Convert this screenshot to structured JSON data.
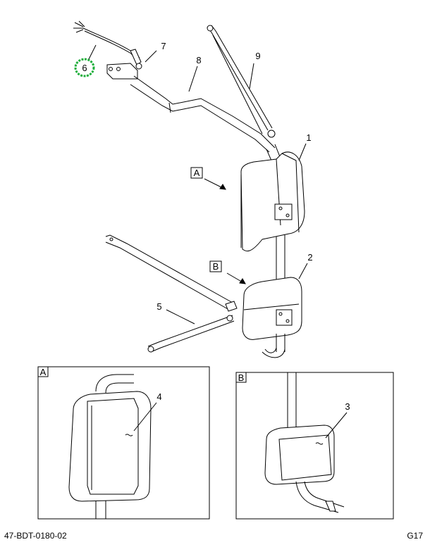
{
  "callouts": {
    "c1": "1",
    "c2": "2",
    "c3": "3",
    "c4": "4",
    "c5": "5",
    "c6": "6",
    "c7": "7",
    "c8": "8",
    "c9": "9"
  },
  "view_labels": {
    "a": "A",
    "b": "B"
  },
  "detail_labels": {
    "a": "A",
    "b": "B"
  },
  "footer": {
    "doc_id": "47-BDT-0180-02",
    "sheet": "G17"
  },
  "colors": {
    "highlight": "#1fae3c",
    "line": "#000000",
    "part_fill": "#ffffff",
    "shade": "#e6e6e6"
  },
  "highlighted_callout": "6"
}
